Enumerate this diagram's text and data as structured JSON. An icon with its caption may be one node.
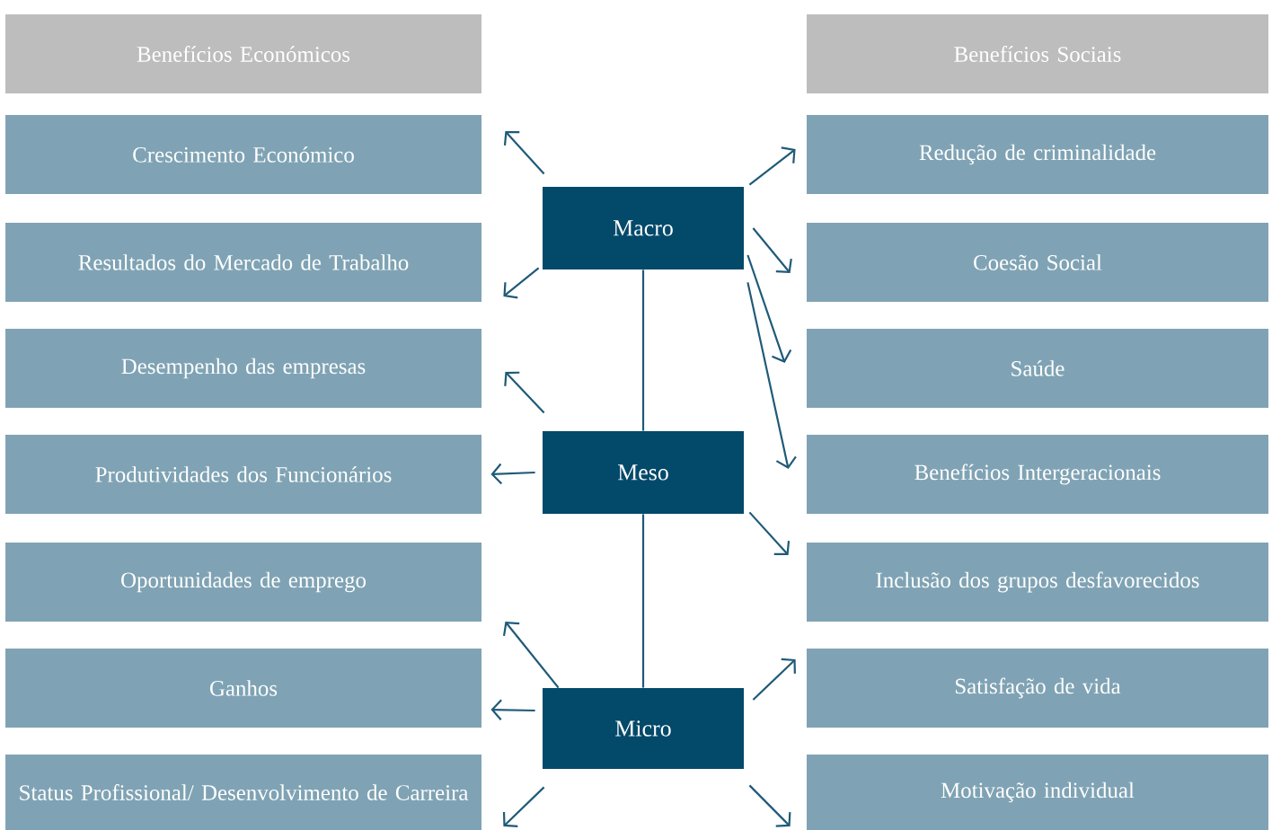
{
  "diagram": {
    "nodes": [
      {
        "text": [
          "Benefícios Económicos"
        ]
      },
      {
        "text": [
          "Benefícios Sociais"
        ]
      },
      {
        "text": [
          "Crescimento Económico"
        ]
      },
      {
        "text": [
          "Redução de criminalidade"
        ]
      },
      {
        "text": [
          "Macro"
        ]
      },
      {
        "text": [
          "Resultados do Mercado de Trabalho"
        ]
      },
      {
        "text": [
          "Coesão Social"
        ]
      },
      {
        "text": [
          "Desempenho das empresas"
        ]
      },
      {
        "text": [
          "Saúde"
        ]
      },
      {
        "text": [
          "Produtividades dos Funcionários"
        ]
      },
      {
        "text": [
          "Meso"
        ]
      },
      {
        "text": [
          "Benefícios Intergeracionais"
        ]
      },
      {
        "text": [
          "Oportunidades de emprego"
        ]
      },
      {
        "text": [
          "Inclusão dos grupos desfavorecidos"
        ]
      },
      {
        "text": [
          "Ganhos"
        ]
      },
      {
        "text": [
          "Satisfação de vida"
        ]
      },
      {
        "text": [
          "Micro"
        ]
      },
      {
        "text": [
          "Status Profissional/ Desenvolvimento de Carreira"
        ]
      },
      {
        "text": [
          "Motivação individual"
        ]
      }
    ],
    "edges": [
      {
        "from": 4,
        "to": 2,
        "arrow": "to"
      },
      {
        "from": 4,
        "to": 5,
        "arrow": "to"
      },
      {
        "from": 10,
        "to": 7,
        "arrow": "to"
      },
      {
        "from": 10,
        "to": 9,
        "arrow": "to"
      },
      {
        "from": 16,
        "to": 12,
        "arrow": "to"
      },
      {
        "from": 16,
        "to": 14,
        "arrow": "to"
      },
      {
        "from": 16,
        "to": 17,
        "arrow": "to"
      },
      {
        "from": 4,
        "to": 3,
        "arrow": "to"
      },
      {
        "from": 4,
        "to": 6,
        "arrow": "to"
      },
      {
        "from": 4,
        "to": 8,
        "arrow": "to"
      },
      {
        "from": 4,
        "to": 11,
        "arrow": "to"
      },
      {
        "from": 10,
        "to": 13,
        "arrow": "to"
      },
      {
        "from": 16,
        "to": 15,
        "arrow": "to"
      },
      {
        "from": 16,
        "to": 18,
        "arrow": "to"
      },
      {
        "from": 4,
        "to": 10,
        "arrow": "none"
      },
      {
        "from": 10,
        "to": 16,
        "arrow": "none"
      }
    ]
  }
}
